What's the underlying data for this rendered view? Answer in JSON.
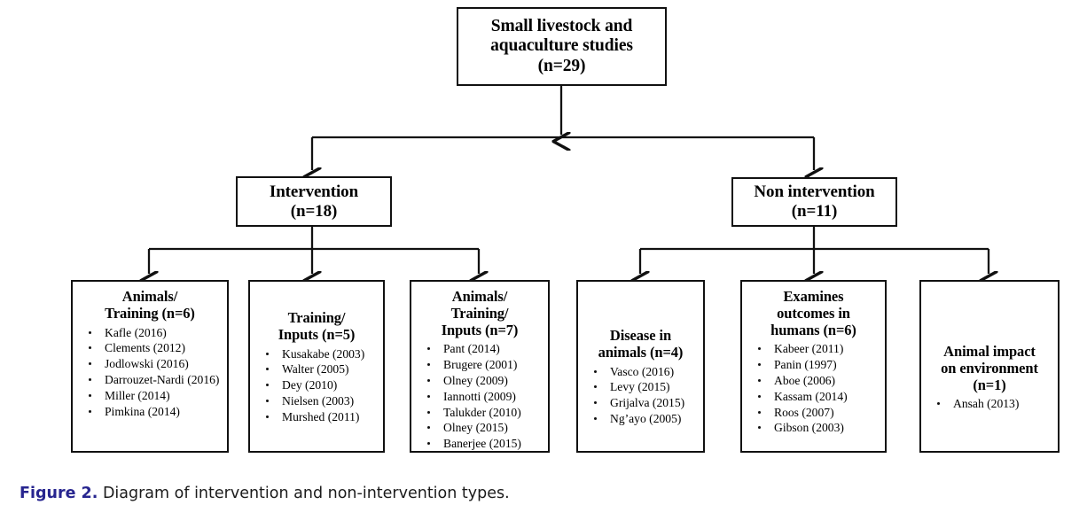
{
  "figure": {
    "caption_label": "Figure 2.",
    "caption_text": "Diagram of intervention and non-intervention types.",
    "caption_label_color": "#27258f",
    "line_color": "#111111",
    "background": "#ffffff"
  },
  "root": {
    "title": "Small livestock and\naquaculture studies\n(n=29)",
    "line1": "Small livestock and",
    "line2": "aquaculture studies",
    "line3": "(n=29)",
    "count": 29
  },
  "branches": [
    {
      "id": "intervention",
      "line1": "Intervention",
      "line2": "(n=18)",
      "count": 18
    },
    {
      "id": "nonintervention",
      "line1": "Non intervention",
      "line2": "(n=11)",
      "count": 11
    }
  ],
  "leaves": [
    {
      "id": "animals-training",
      "parent": "intervention",
      "line1": "Animals/",
      "line2": "Training (n=6)",
      "line3": "",
      "count": 6,
      "refs": [
        "Kafle (2016)",
        "Clements (2012)",
        "Jodlowski (2016)",
        "Darrouzet-Nardi (2016)",
        "Miller (2014)",
        "Pimkina (2014)"
      ]
    },
    {
      "id": "training-inputs",
      "parent": "intervention",
      "line1": "Training/",
      "line2": "Inputs (n=5)",
      "line3": "",
      "count": 5,
      "refs": [
        "Kusakabe (2003)",
        "Walter (2005)",
        "Dey (2010)",
        "Nielsen (2003)",
        "Murshed (2011)"
      ]
    },
    {
      "id": "animals-training-inputs",
      "parent": "intervention",
      "line1": "Animals/",
      "line2": "Training/",
      "line3": "Inputs (n=7)",
      "count": 7,
      "refs": [
        "Pant (2014)",
        "Brugere (2001)",
        "Olney (2009)",
        "Iannotti (2009)",
        "Talukder (2010)",
        "Olney (2015)",
        "Banerjee (2015)"
      ]
    },
    {
      "id": "disease-in-animals",
      "parent": "nonintervention",
      "line1": "Disease in",
      "line2": "animals (n=4)",
      "line3": "",
      "count": 4,
      "refs": [
        "Vasco (2016)",
        "Levy (2015)",
        "Grijalva (2015)",
        "Ng’ayo (2005)"
      ]
    },
    {
      "id": "outcomes-in-humans",
      "parent": "nonintervention",
      "line1": "Examines",
      "line2": "outcomes in",
      "line3": "humans  (n=6)",
      "count": 6,
      "refs": [
        "Kabeer (2011)",
        "Panin (1997)",
        "Aboe (2006)",
        "Kassam (2014)",
        "Roos (2007)",
        "Gibson (2003)"
      ]
    },
    {
      "id": "animal-impact-environment",
      "parent": "nonintervention",
      "line1": "Animal impact",
      "line2": "on environment",
      "line3": "(n=1)",
      "count": 1,
      "refs": [
        "Ansah (2013)"
      ]
    }
  ]
}
